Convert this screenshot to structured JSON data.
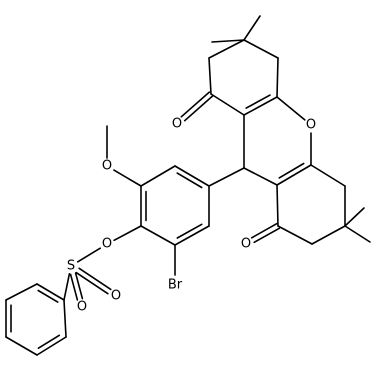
{
  "structure": {
    "atom_labels": {
      "ketone_top_oxygen": "O",
      "ring_oxygen": "O",
      "ketone_bottom_oxygen": "O",
      "methoxy_oxygen": "O",
      "ester_oxygen": "O",
      "sulfur": "S",
      "sulfonyl_oxygen_left": "O",
      "sulfonyl_oxygen_right": "O",
      "bromine": "Br"
    }
  }
}
